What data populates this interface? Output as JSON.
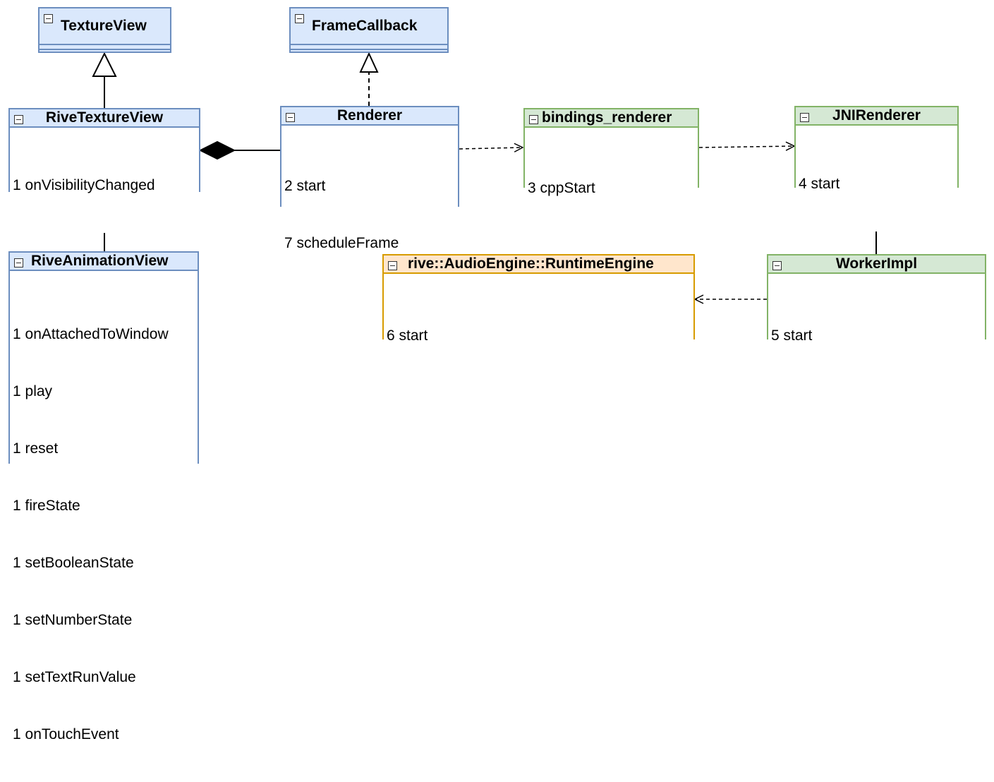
{
  "classes": {
    "texture_view": {
      "name": "TextureView",
      "methods": []
    },
    "frame_callback": {
      "name": "FrameCallback",
      "methods": []
    },
    "rive_texture_view": {
      "name": "RiveTextureView",
      "methods": [
        "1 onVisibilityChanged"
      ]
    },
    "renderer": {
      "name": "Renderer",
      "methods": [
        "2 start",
        "7 scheduleFrame"
      ]
    },
    "bindings_renderer": {
      "name": "bindings_renderer",
      "methods": [
        "3 cppStart"
      ]
    },
    "jni_renderer": {
      "name": "JNIRenderer",
      "methods": [
        "4 start"
      ]
    },
    "rive_animation_view": {
      "name": "RiveAnimationView",
      "methods": [
        "1 onAttachedToWindow",
        "1 play",
        "1 reset",
        "1 fireState",
        "1 setBooleanState",
        "1 setNumberState",
        "1 setTextRunValue",
        "1 onTouchEvent"
      ]
    },
    "runtime_engine": {
      "name": "rive::AudioEngine::RuntimeEngine",
      "methods": [
        "6 start"
      ]
    },
    "worker_impl": {
      "name": "WorkerImpl",
      "methods": [
        "5 start"
      ]
    }
  },
  "colors": {
    "blue_fill": "#dae8fc",
    "blue_stroke": "#6c8ebf",
    "green_fill": "#d5e8d4",
    "green_stroke": "#82b366",
    "orange_fill": "#ffe6cc",
    "orange_stroke": "#d79b00"
  }
}
